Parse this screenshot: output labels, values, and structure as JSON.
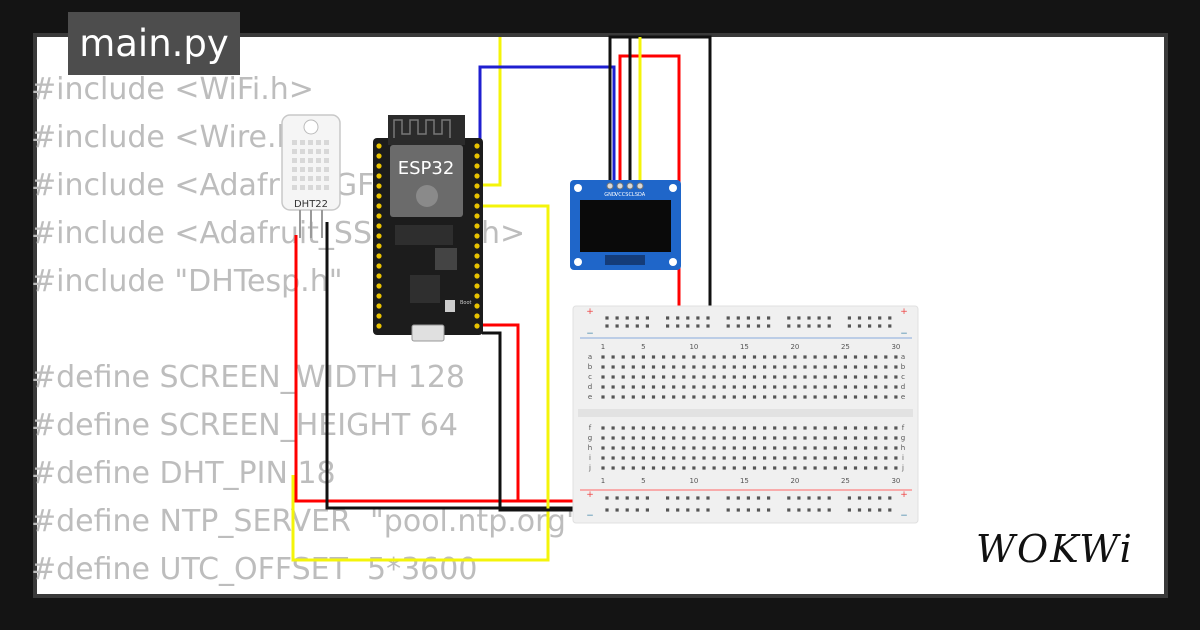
{
  "tab": {
    "label": "main.py"
  },
  "code_lines": [
    "#include <WiFi.h>",
    "#include <Wire.h>",
    "#include <Adafruit_GFX.h>",
    "#include <Adafruit_SSD1306.h>",
    "#include \"DHTesp.h\"",
    "",
    "#define SCREEN_WIDTH 128",
    "#define SCREEN_HEIGHT 64",
    "#define DHT_PIN 18",
    "#define NTP_SERVER  \"pool.ntp.org\"",
    "#define UTC_OFFSET  5*3600"
  ],
  "components": {
    "dht": {
      "label": "DHT22"
    },
    "esp": {
      "label": "ESP32",
      "boot_label": "Boot"
    },
    "oled": {
      "pins": [
        "GND",
        "VCC",
        "SCL",
        "SDA"
      ]
    },
    "breadboard": {
      "col_labels": [
        "1",
        "5",
        "10",
        "15",
        "20",
        "25",
        "30"
      ],
      "rows_top": [
        "a",
        "b",
        "c",
        "d",
        "e"
      ],
      "rows_bottom": [
        "f",
        "g",
        "h",
        "i",
        "j"
      ],
      "plus": "+",
      "minus": "−"
    }
  },
  "colors": {
    "wire_red": "#ff0000",
    "wire_black": "#111111",
    "wire_blue": "#1f1fd0",
    "wire_yellow": "#f4f40a",
    "esp_board": "#1c1c1c",
    "oled_board": "#1f66c9",
    "breadboard": "#f0f0f0"
  },
  "logo": {
    "text": "WOKWi"
  }
}
